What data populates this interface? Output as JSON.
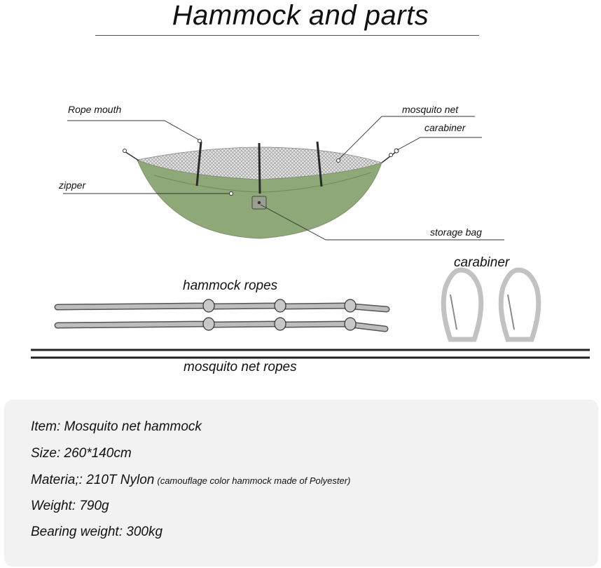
{
  "title": "Hammock and parts",
  "parts": {
    "rope_mouth": "Rope mouth",
    "mosquito_net": "mosquito net",
    "carabiner": "carabiner",
    "zipper": "zipper",
    "storage_bag": "storage bag"
  },
  "accessories": {
    "carabiner": "carabiner",
    "hammock_ropes": "hammock ropes",
    "mosquito_net_ropes": "mosquito net ropes"
  },
  "specs": {
    "item": "Item: Mosquito net hammock",
    "size": "Size: 260*140cm",
    "material": "Materia;: 210T Nylon",
    "material_note": "(camouflage color hammock made of Polyester)",
    "weight": "Weight: 790g",
    "bearing": "Bearing weight: 300kg"
  },
  "colors": {
    "hammock_green": "#8ea877",
    "net_gray": "#c9c9c9",
    "rope_gray": "#b9b9b9"
  }
}
